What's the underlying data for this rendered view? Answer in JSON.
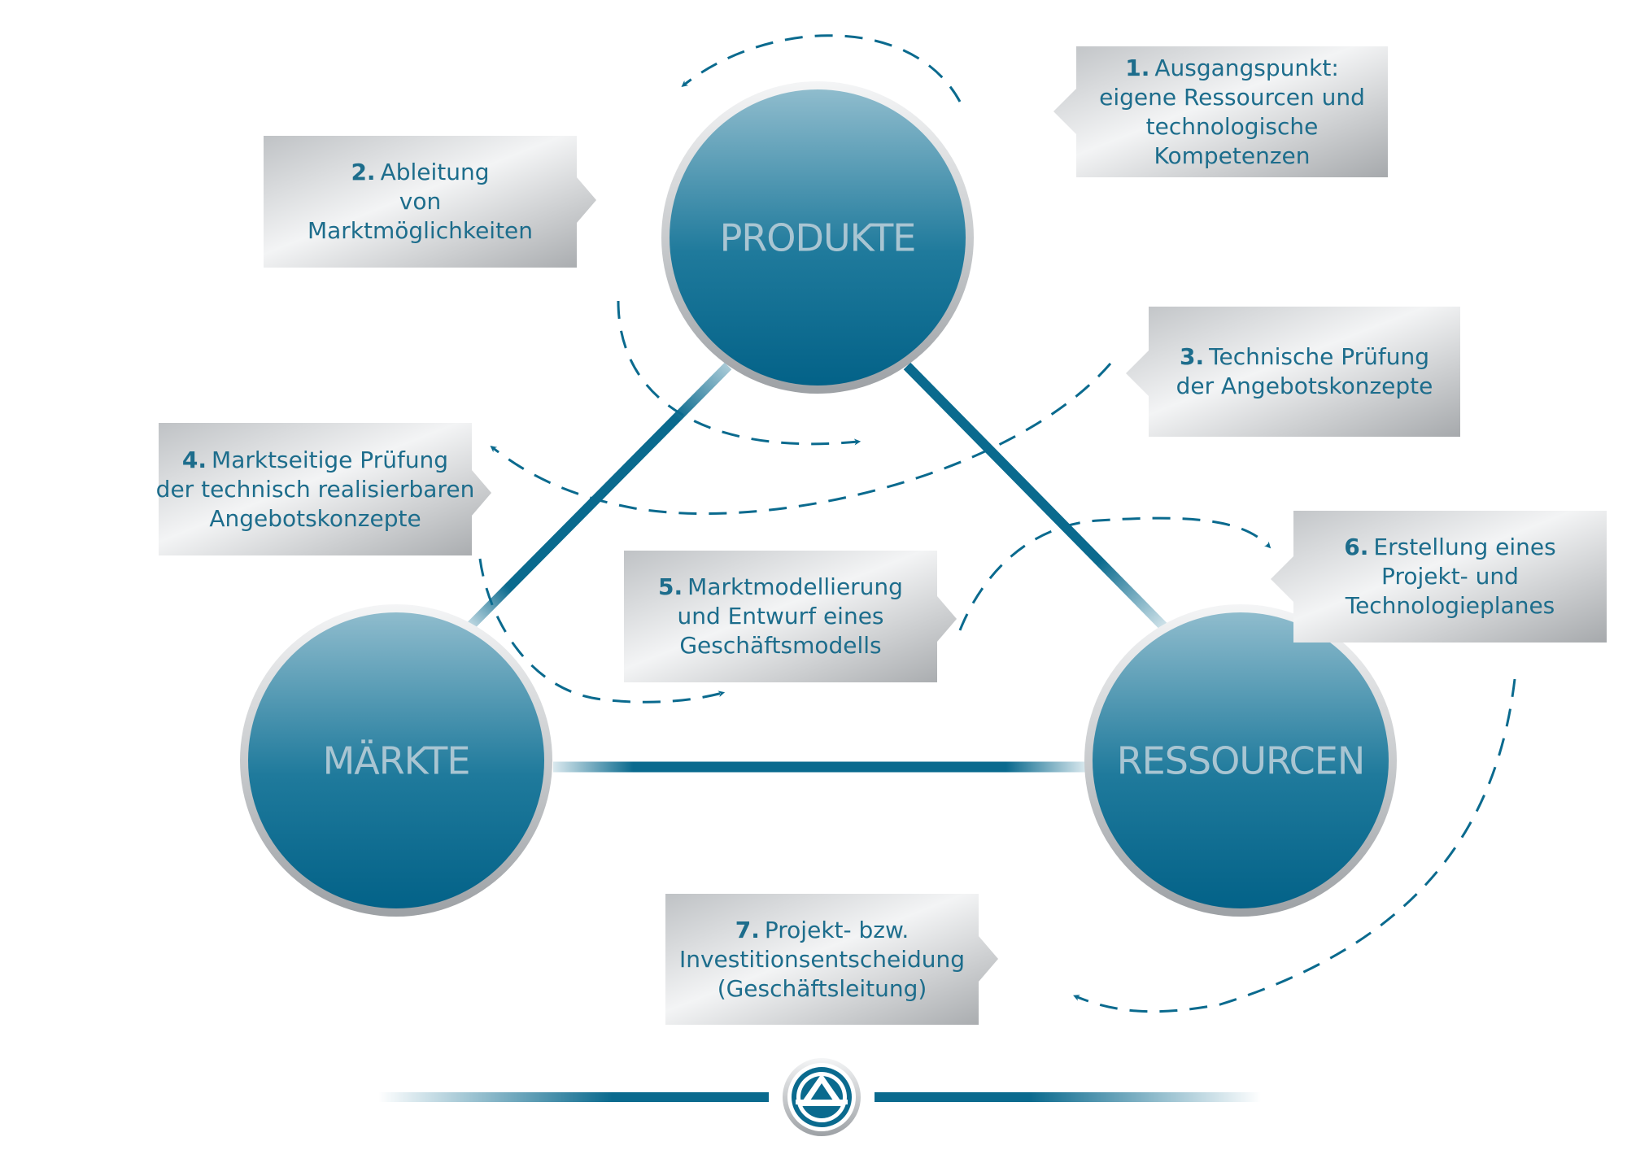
{
  "circles": {
    "produkte": "PRODUKTE",
    "maerkte": "MÄRKTE",
    "ressourcen": "RESSOURCEN"
  },
  "steps": [
    {
      "number": "1.",
      "lines": [
        "Ausgangspunkt:",
        "eigene Ressourcen und",
        "technologische",
        "Kompetenzen"
      ]
    },
    {
      "number": "2.",
      "lines": [
        "Ableitung",
        "von",
        "Marktmöglichkeiten"
      ]
    },
    {
      "number": "3.",
      "lines": [
        "Technische Prüfung",
        "der Angebotskonzepte"
      ]
    },
    {
      "number": "4.",
      "lines": [
        "Marktseitige Prüfung",
        "der technisch realisierbaren",
        "Angebotskonzepte"
      ]
    },
    {
      "number": "5.",
      "lines": [
        "Marktmodellierung",
        "und Entwurf eines",
        "Geschäftsmodells"
      ]
    },
    {
      "number": "6.",
      "lines": [
        "Erstellung eines",
        "Projekt- und",
        "Technologieplanes"
      ]
    },
    {
      "number": "7.",
      "lines": [
        "Projekt- bzw.",
        "Investitionsentscheidung",
        "(Geschäftsleitung)"
      ]
    }
  ],
  "colors": {
    "primary": "#0a6a8e",
    "circle_top": "#8fbccd",
    "circle_bottom": "#036288",
    "circle_text": "#a9c5d2",
    "callout_text": "#1d6d8c",
    "callout_light": "#f2f3f4",
    "callout_dark": "#a6a9ac"
  },
  "logo": "company-logo-icon"
}
